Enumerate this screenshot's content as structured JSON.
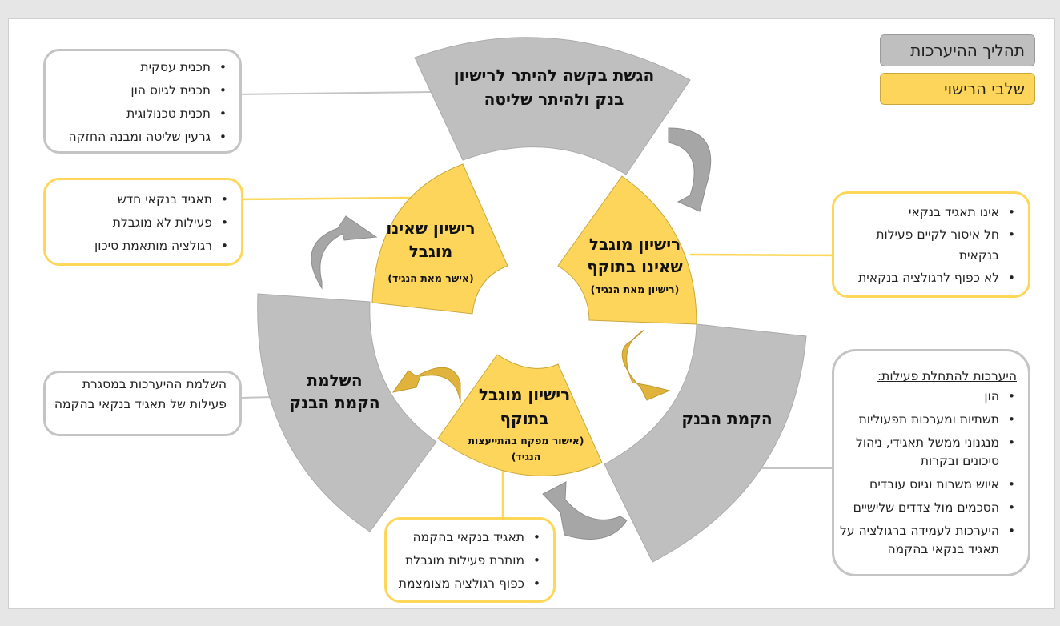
{
  "legend": {
    "process": "תהליך ההיערכות",
    "licensing": "שלבי הרישוי"
  },
  "segments": {
    "submit": {
      "line1": "הגשת בקשה להיתר לרישיון",
      "line2": "בנק ולהיתר שליטה"
    },
    "establish": {
      "line1": "הקמת הבנק"
    },
    "complete": {
      "line1": "השלמת",
      "line2": "הקמת הבנק"
    },
    "unlimited": {
      "line1": "רישיון שאינו",
      "line2": "מוגבל",
      "sub": "(אישר מאת הנגיד)"
    },
    "limited_not_valid": {
      "line1": "רישיון מוגבל",
      "line2": "שאינו בתוקף",
      "sub": "(רישיון מאת הנגיד)"
    },
    "limited_valid": {
      "line1": "רישיון מוגבל",
      "line2": "בתוקף",
      "sub1": "(אישור מפקח בהתייעצות",
      "sub2": "הנגיד)"
    }
  },
  "boxes": {
    "plans": [
      "תכנית עסקית",
      "תכנית לגיוס הון",
      "תכנית טכנולוגית",
      "גרעין שליטה ומבנה החזקה"
    ],
    "new_corp": [
      "תאגיד בנקאי חדש",
      "פעילות לא מוגבלת",
      "רגולציה מותאמת סיכון"
    ],
    "not_corp": [
      "אינו תאגיד בנקאי",
      "חל איסור לקיים פעילות בנקאית",
      "לא כפוף לרגולציה בנקאית"
    ],
    "completion_text": "השלמת ההיערכות במסגרת פעילות של  תאגיד בנקאי בהקמה",
    "prep_title": "היערכות להתחלת פעילות:",
    "prep": [
      "הון",
      "תשתיות ומערכות תפעוליות",
      "מנגנוני ממשל תאגידי, ניהול סיכונים ובקרות",
      "איוש משרות וגיוס עובדים",
      "הסכמים מול צדדים שלישיים",
      "היערכות לעמידה ברגולציה על תאגיד בנקאי בהקמה"
    ],
    "in_establish": [
      "תאגיד בנקאי בהקמה",
      "מותרת פעילות מוגבלת",
      "כפוף רגולציה מצומצמת"
    ]
  },
  "colors": {
    "gray": "#bfbfbf",
    "yellow": "#fdd55a",
    "gray_border": "#c4c4c4",
    "yellow_border": "#fcd75a"
  }
}
